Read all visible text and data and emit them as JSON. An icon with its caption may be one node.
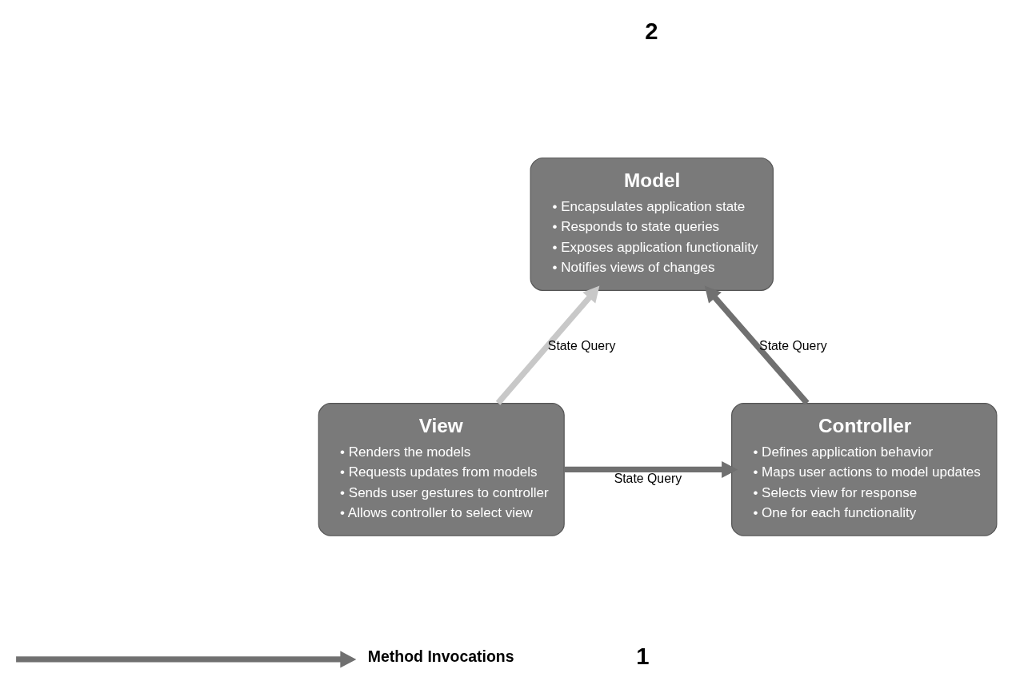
{
  "diagram": {
    "nodes": [
      {
        "text": [
          "Model",
          "• Encapsulates application state",
          "• Responds to state queries",
          "• Exposes application functionality",
          "• Notifies views of changes"
        ]
      },
      {
        "text": [
          "View",
          "• Renders the models",
          "• Requests updates from models",
          "• Sends user gestures to controller",
          "• Allows controller to select view"
        ]
      },
      {
        "text": [
          "Controller",
          "• Defines application behavior",
          "• Maps user actions to model updates",
          "• Selects view for response",
          "• One for each functionality"
        ]
      }
    ],
    "edges": [
      {
        "from": 1,
        "to": 0,
        "arrow": "to",
        "label": "State Query",
        "color": "#c8c8c8"
      },
      {
        "from": 1,
        "to": 2,
        "arrow": "to",
        "label": "State Query"
      },
      {
        "from": 2,
        "to": 0,
        "arrow": "to",
        "label": "State Query"
      }
    ],
    "labels": [
      "2",
      "1"
    ],
    "legend": [
      {
        "text": "Method Invocations"
      }
    ]
  }
}
